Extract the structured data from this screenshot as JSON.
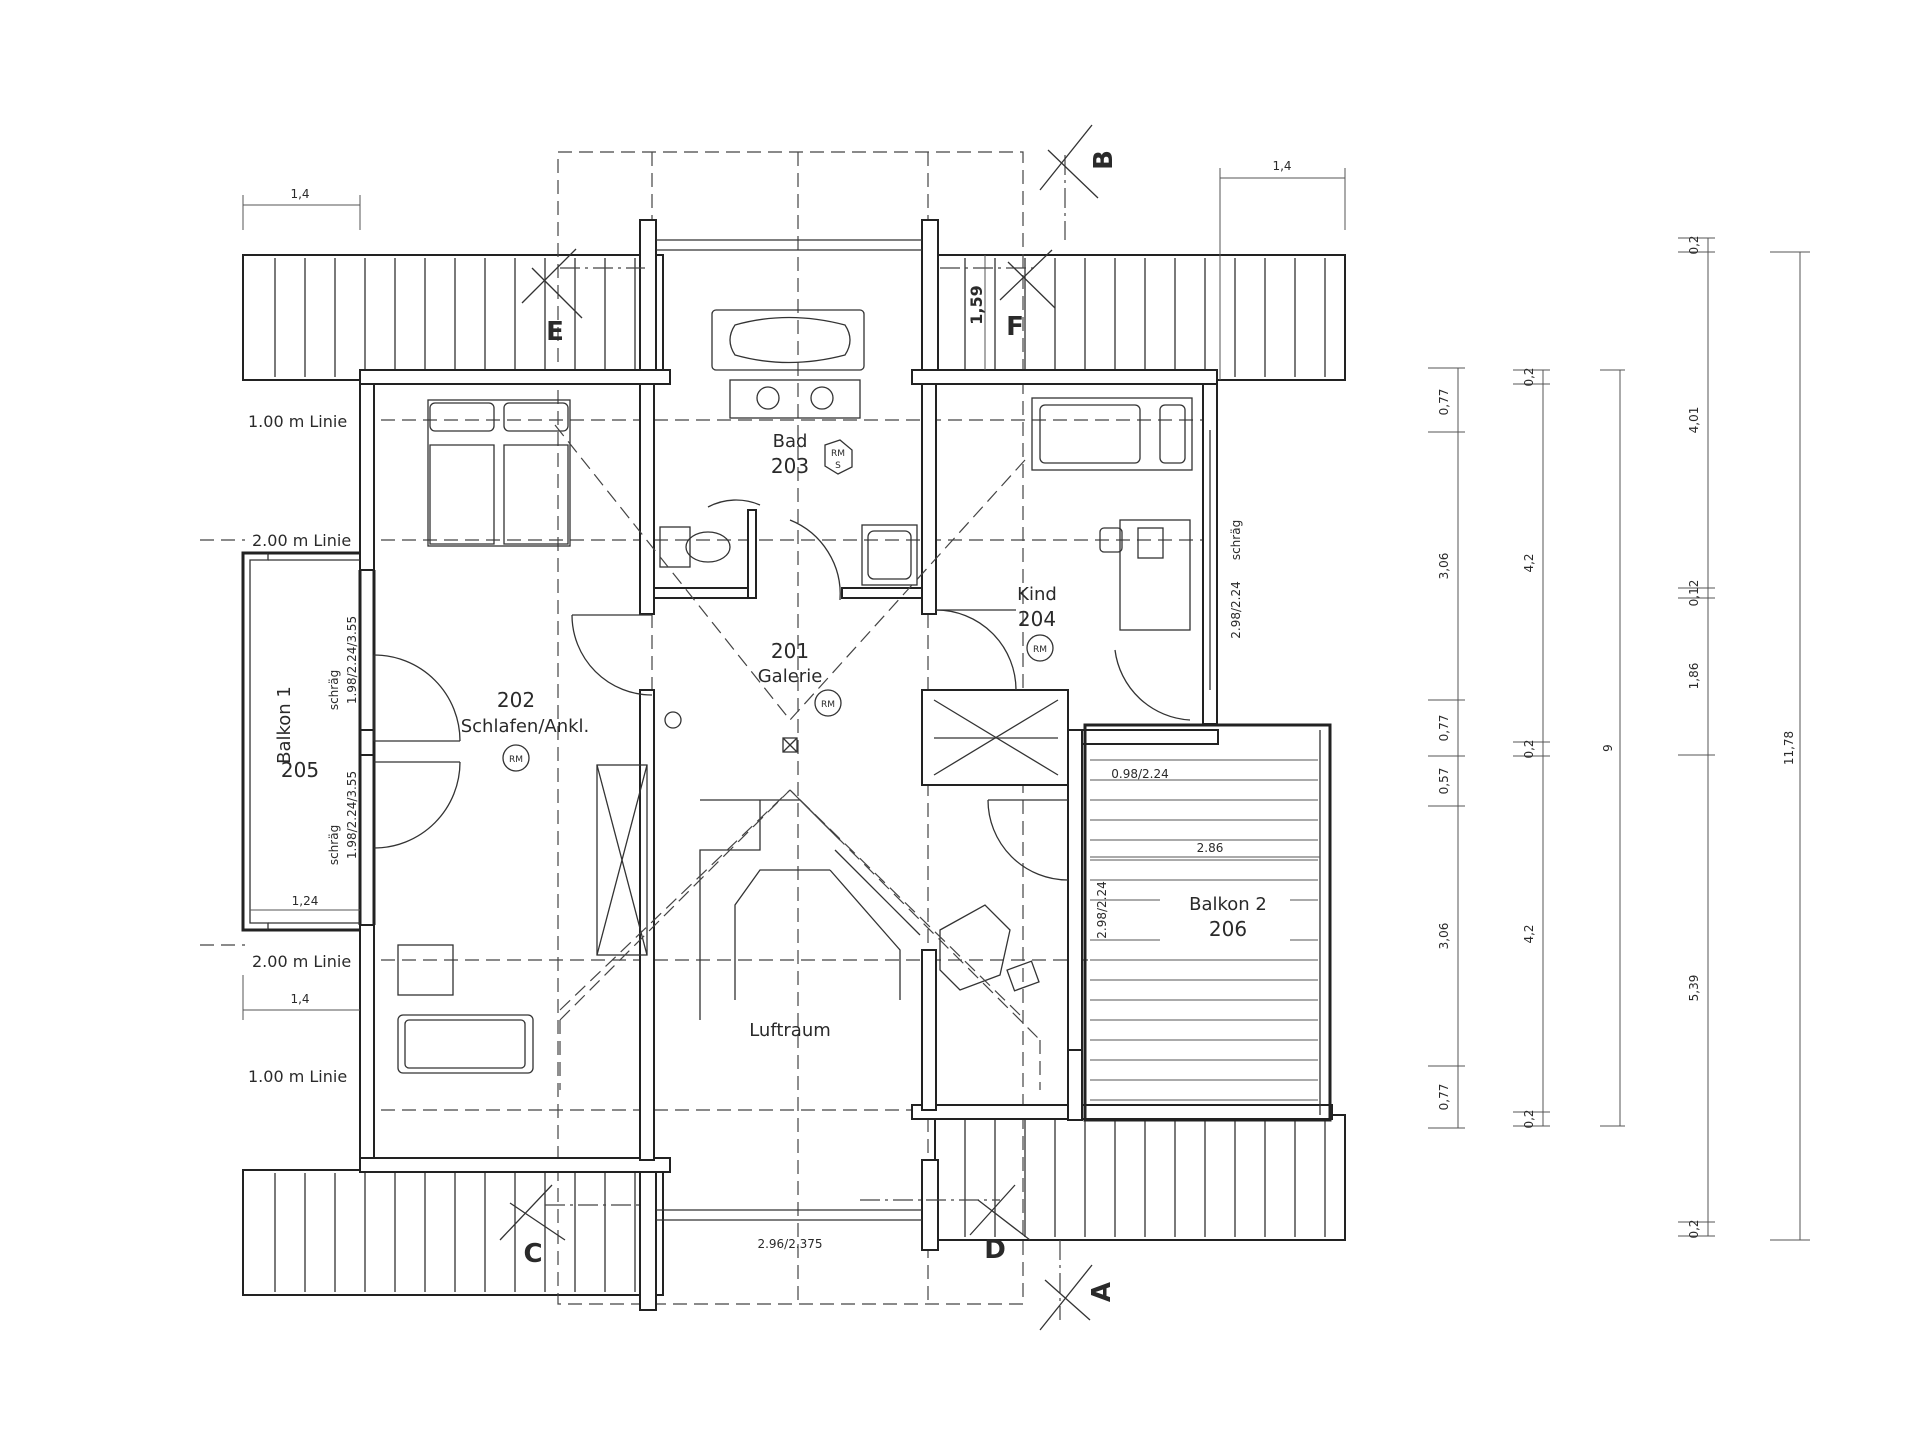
{
  "rooms": {
    "bad": {
      "name": "Bad",
      "number": "203",
      "tag_top": "RM",
      "tag_bottom": "S"
    },
    "galerie": {
      "number": "201",
      "name": "Galerie",
      "tag": "RM"
    },
    "schlafen": {
      "number": "202",
      "name": "Schlafen/Ankl.",
      "tag": "RM"
    },
    "kind": {
      "name": "Kind",
      "number": "204",
      "tag": "RM"
    },
    "balkon1": {
      "name": "Balkon 1",
      "number": "205"
    },
    "balkon2": {
      "name": "Balkon 2",
      "number": "206"
    },
    "luftraum": {
      "name": "Luftraum"
    }
  },
  "level_lines": {
    "top_1m": "1.00 m Linie",
    "top_2m": "2.00 m Linie",
    "bottom_2m": "2.00 m Linie",
    "bottom_1m": "1.00 m Linie"
  },
  "section_marks": {
    "b": "B",
    "e": "E",
    "f": "F",
    "c": "C",
    "d": "D",
    "a": "A"
  },
  "dimensions": {
    "dormer_left": "1,4",
    "dormer_right": "1,4",
    "balkon1_depth": "1,24",
    "left_bottom": "1,4",
    "dormer_height": "1,59",
    "window_left_top": "1.98/2.24/3.55",
    "window_left_top_note": "schräg",
    "window_left_bottom": "1.98/2.24/3.55",
    "window_left_bottom_note": "schräg",
    "kind_window": "2.98/2.24",
    "kind_window_note": "schräg",
    "door_balkon2": "0.98/2.24",
    "balkon2_width": "2.86",
    "balkon2_window": "2.98/2.24",
    "bottom_window": "2.96/2.375"
  },
  "dimension_chains": {
    "chain1": [
      "0,77",
      "3,06",
      "0,77",
      "0,57",
      "3,06",
      "0,77"
    ],
    "chain2": [
      "0,2",
      "4,2",
      "0,2",
      "4,2",
      "0,2"
    ],
    "chain2_total": "9",
    "chain3": [
      "0,2",
      "4,01",
      "0,12",
      "1,86",
      "5,39",
      "0,2"
    ],
    "chain4_total": "11,78"
  }
}
